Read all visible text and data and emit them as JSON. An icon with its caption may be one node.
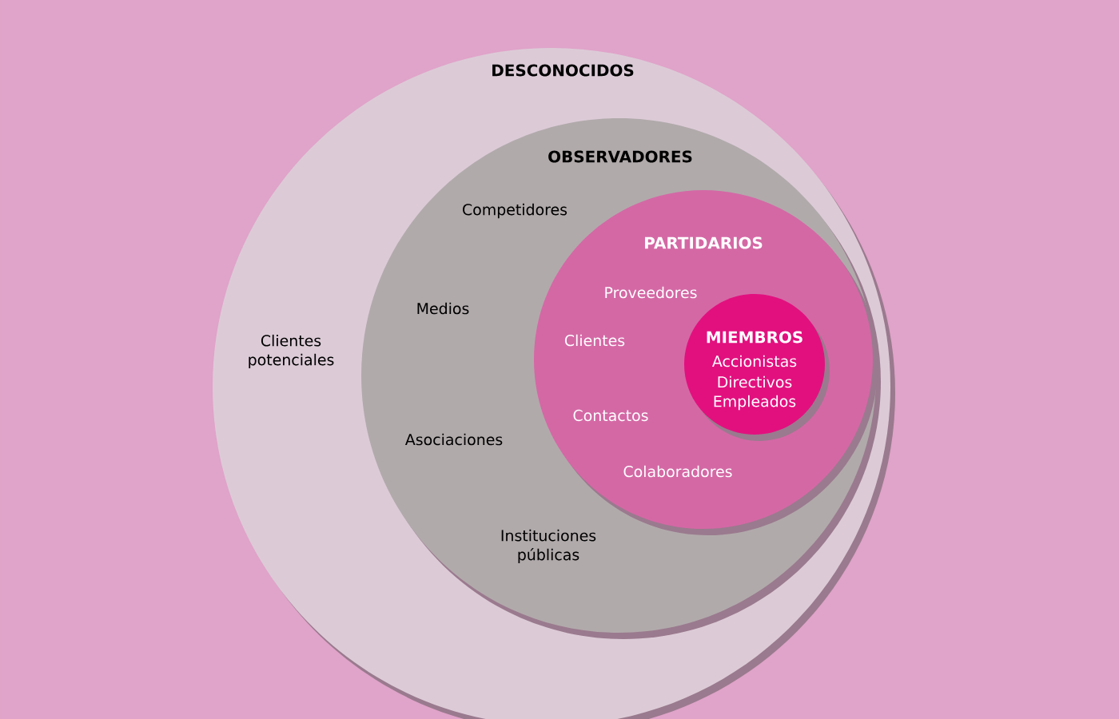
{
  "diagram": {
    "nodes": [
      {
        "text": [
          "DESCONOCIDOS",
          "Clientes potenciales"
        ]
      },
      {
        "text": [
          "OBSERVADORES",
          "Competidores",
          "Medios",
          "Asociaciones",
          "Instituciones públicas"
        ],
        "in": 0
      },
      {
        "text": [
          "PARTIDARIOS",
          "Proveedores",
          "Clientes",
          "Contactos",
          "Colaboradores"
        ],
        "in": 1
      },
      {
        "text": [
          "MIEMBROS",
          "Accionistas",
          "Directivos",
          "Empleados"
        ],
        "in": 2
      }
    ]
  }
}
